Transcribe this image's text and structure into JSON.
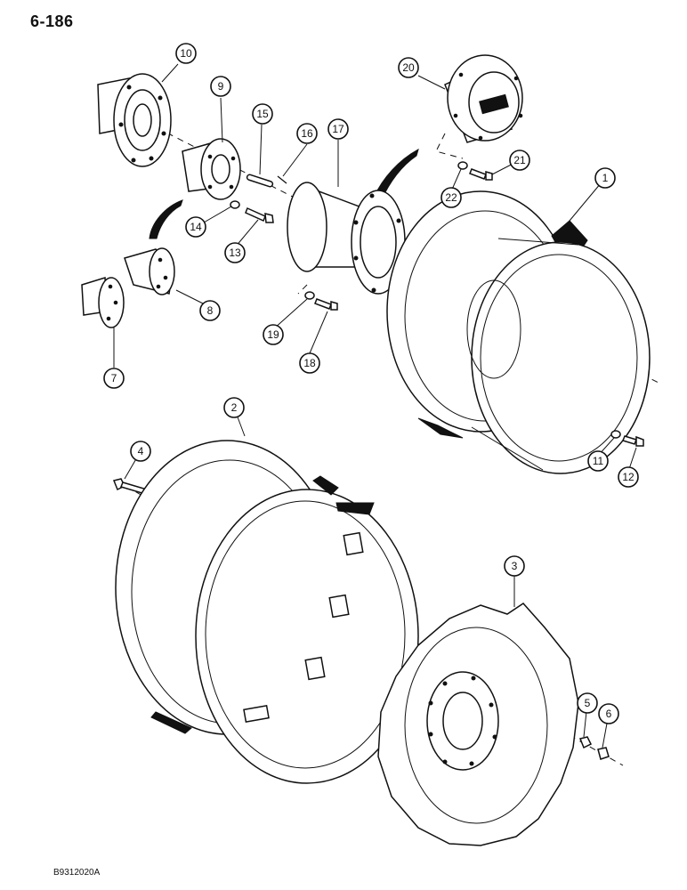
{
  "page_number": "6-186",
  "figure_code": "B9312020A",
  "callouts": [
    "1",
    "2",
    "3",
    "4",
    "5",
    "6",
    "7",
    "8",
    "9",
    "10",
    "11",
    "12",
    "13",
    "14",
    "15",
    "16",
    "17",
    "18",
    "19",
    "20",
    "21",
    "22"
  ],
  "colors": {
    "ink": "#111111",
    "paper": "#ffffff"
  }
}
